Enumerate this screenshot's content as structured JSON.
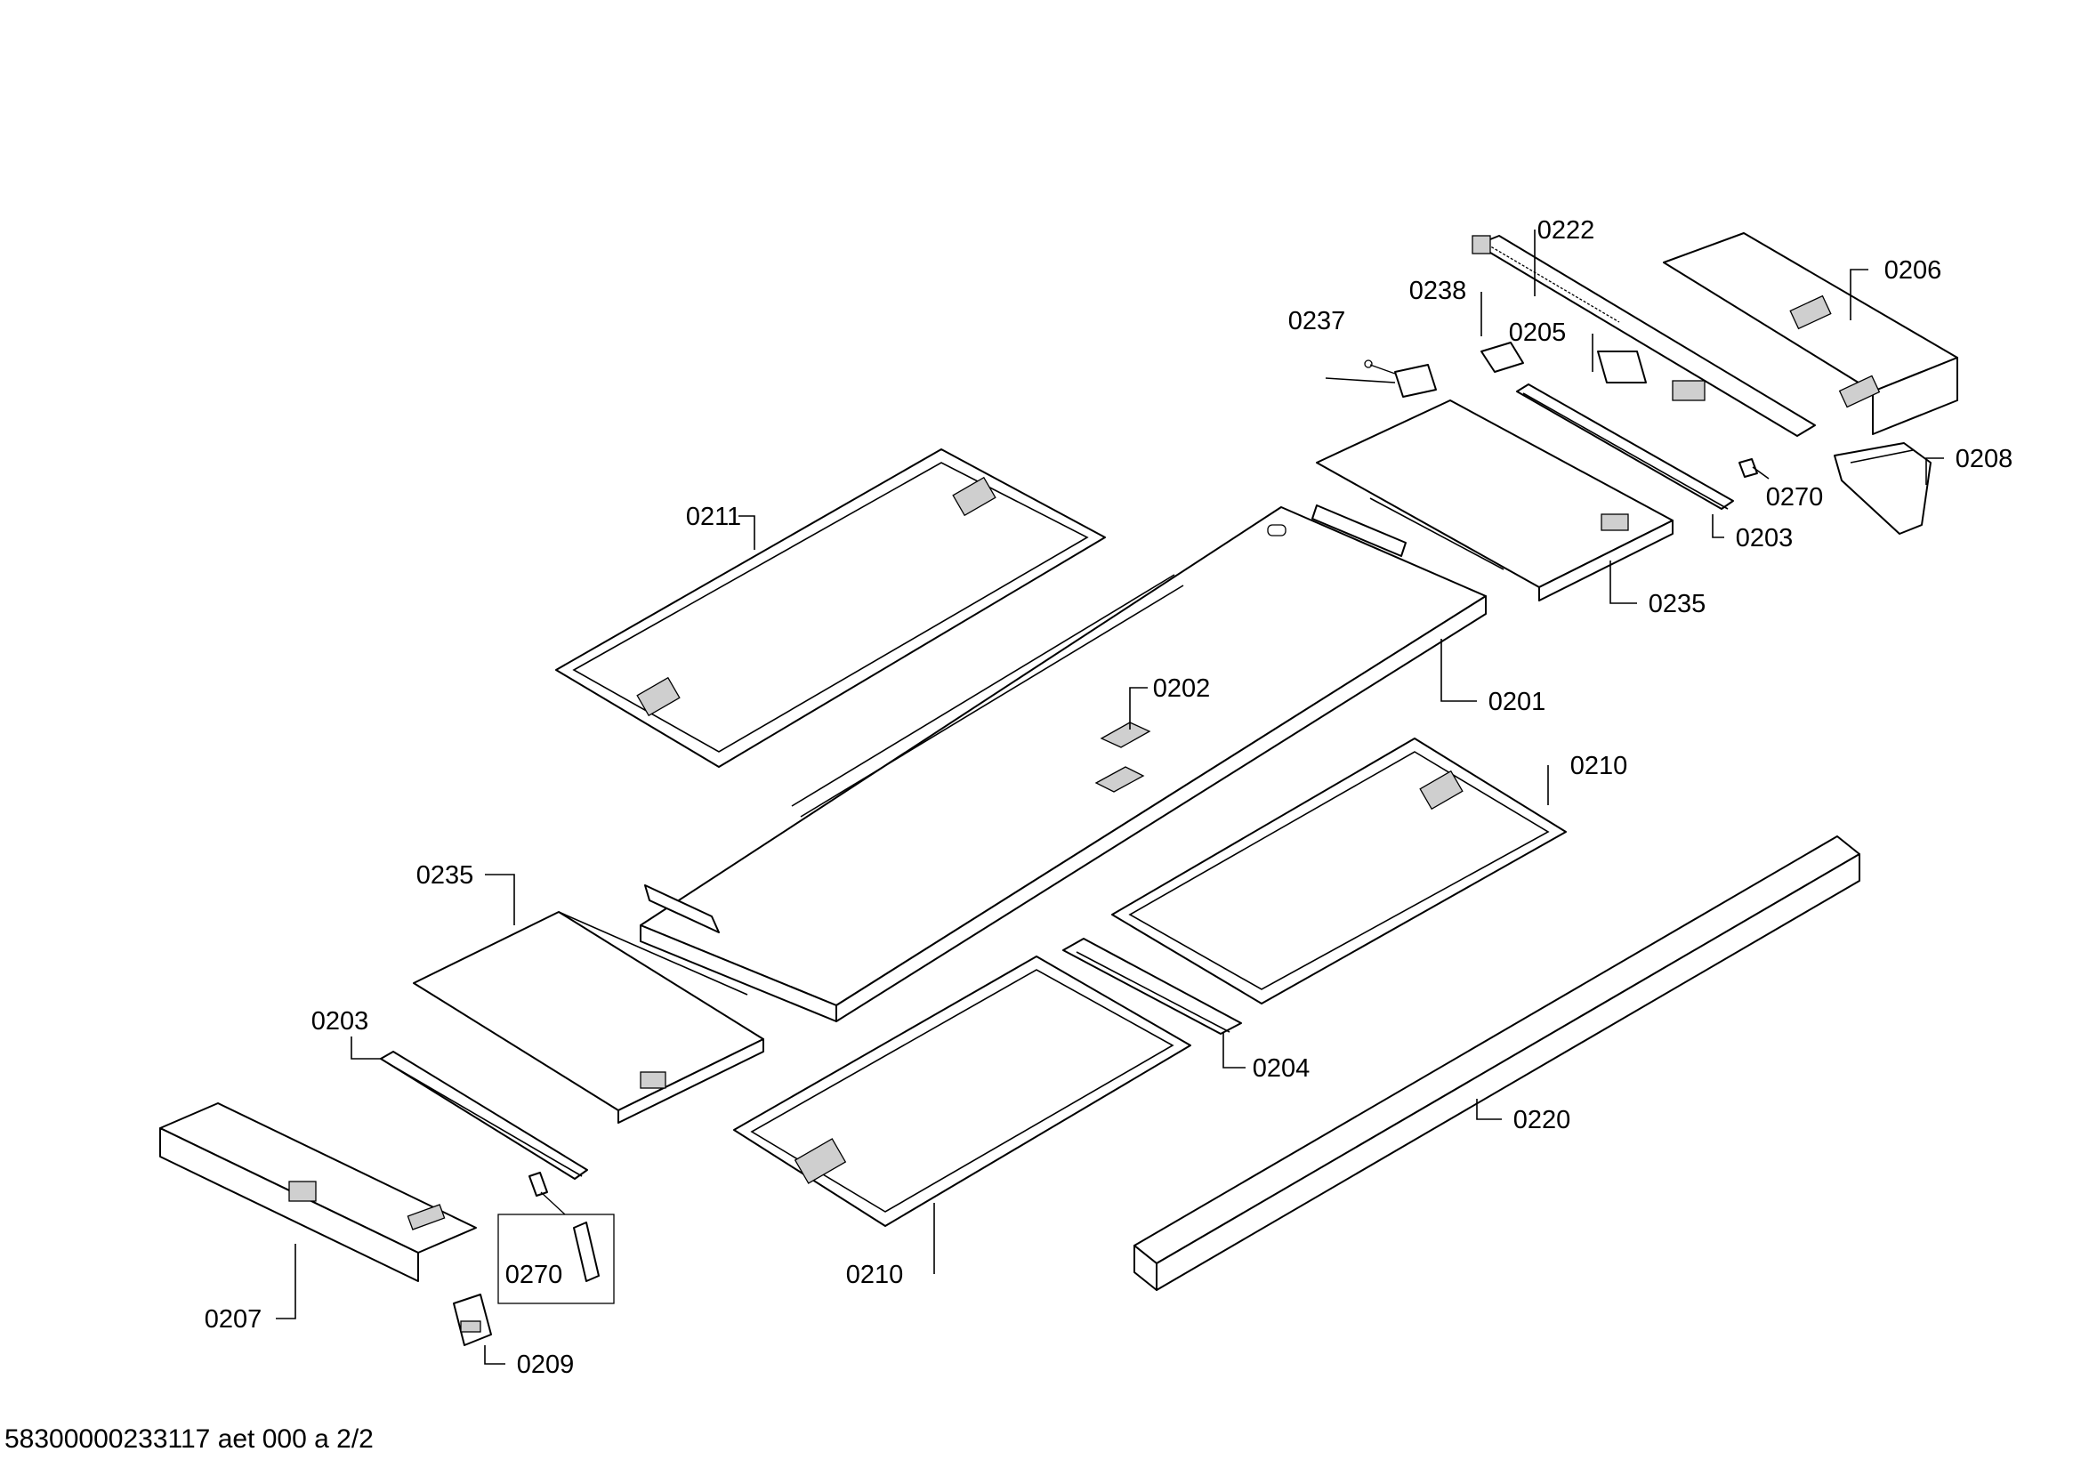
{
  "diagram": {
    "labels": {
      "p0222": "0222",
      "p0206": "0206",
      "p0238": "0238",
      "p0205": "0205",
      "p0237": "0237",
      "p0208": "0208",
      "p0270a": "0270",
      "p0203a": "0203",
      "p0211": "0211",
      "p0235a": "0235",
      "p0202": "0202",
      "p0201": "0201",
      "p0210a": "0210",
      "p0235b": "0235",
      "p0203b": "0203",
      "p0204": "0204",
      "p0220": "0220",
      "p0270b": "0270",
      "p0210b": "0210",
      "p0207": "0207",
      "p0209": "0209"
    },
    "footer": "58300000233117 aet 000 a 2/2"
  }
}
